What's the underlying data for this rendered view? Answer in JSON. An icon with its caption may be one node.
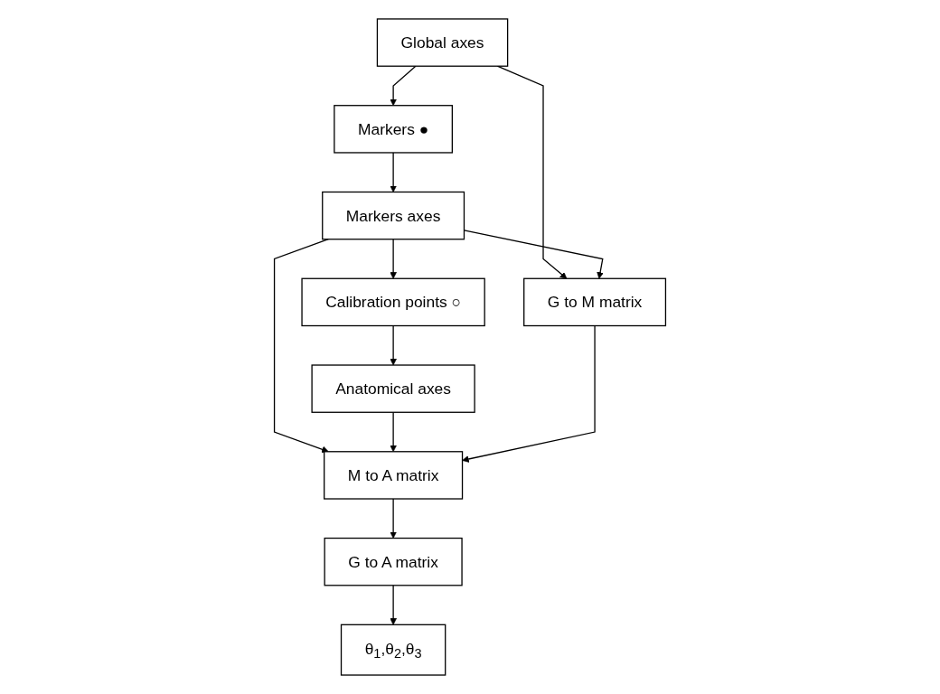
{
  "diagram": {
    "nodes": [
      {
        "text": [
          "Global axes"
        ]
      },
      {
        "text": [
          "Markers ●"
        ]
      },
      {
        "text": [
          "Markers axes"
        ]
      },
      {
        "text": [
          "Calibration points ○"
        ]
      },
      {
        "text": [
          "Anatomical axes"
        ]
      },
      {
        "text": [
          "G to M matrix"
        ]
      },
      {
        "text": [
          "M to A matrix"
        ]
      },
      {
        "text": [
          "G to A matrix"
        ]
      },
      {
        "text": [
          "θ$_{1}$,θ$_{2}$,θ$_{3}$"
        ]
      }
    ],
    "edges": [
      {
        "from": 0,
        "to": 1,
        "arrow": "to"
      },
      {
        "from": 0,
        "to": 5,
        "arrow": "to"
      },
      {
        "from": 1,
        "to": 2,
        "arrow": "to"
      },
      {
        "from": 2,
        "to": 5,
        "arrow": "to"
      },
      {
        "from": 2,
        "to": 3,
        "arrow": "to"
      },
      {
        "from": 2,
        "to": 6,
        "arrow": "to"
      },
      {
        "from": 3,
        "to": 4,
        "arrow": "to"
      },
      {
        "from": 4,
        "to": 6,
        "arrow": "to"
      },
      {
        "from": 5,
        "to": 6,
        "arrow": "to"
      },
      {
        "from": 6,
        "to": 7,
        "arrow": "to"
      },
      {
        "from": 7,
        "to": 8,
        "arrow": "to"
      }
    ]
  }
}
